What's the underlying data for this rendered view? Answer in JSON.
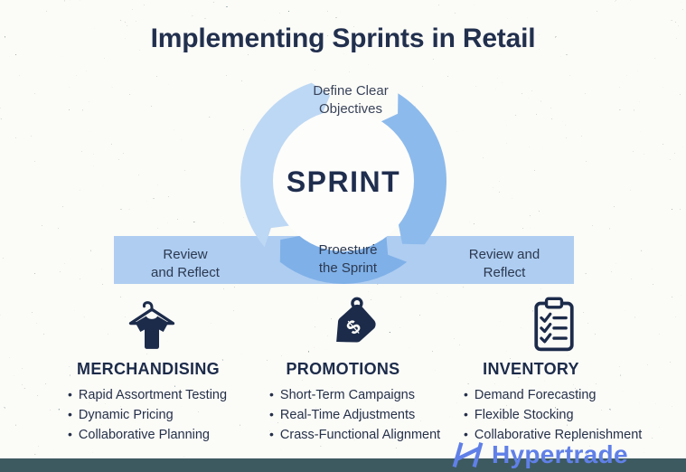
{
  "title": "Implementing Sprints in Retail",
  "cycle": {
    "center_label": "SPRINT",
    "top_step": "Define Clear\nObjectives",
    "bottom_step": "Proesturė\nthe Sprint",
    "left_step": "Review\nand Reflect",
    "right_step": "Review and\nReflect"
  },
  "columns": [
    {
      "title": "MERCHANDISING",
      "icon": "tshirt-hanger-icon",
      "items": [
        "Rapid Assortment Testing",
        "Dynamic Pricing",
        "Collaborative Planning"
      ]
    },
    {
      "title": "PROMOTIONS",
      "icon": "price-tag-icon",
      "items": [
        "Short-Term Campaigns",
        "Real-Time Adjustments",
        "Crass-Functional Alignment"
      ]
    },
    {
      "title": "INVENTORY",
      "icon": "clipboard-checklist-icon",
      "items": [
        "Demand Forecasting",
        "Flexible Stocking",
        "Collaborative Replenishment"
      ]
    }
  ],
  "footer": {
    "brand": "Hypertrade"
  },
  "palette": {
    "title_text": "#22304e",
    "body_text": "#25304a",
    "icon_navy": "#1c2b4a",
    "arc_light": "#bdd8f4",
    "arc_medium": "#8cbaec",
    "arc_deep": "#7fb0e8",
    "band": "#aecdf1",
    "inner_circle": "#fdfdfb",
    "noise": "#41666d",
    "footer_bar": "#3d5a60",
    "logo_blue": "#6080e8"
  }
}
